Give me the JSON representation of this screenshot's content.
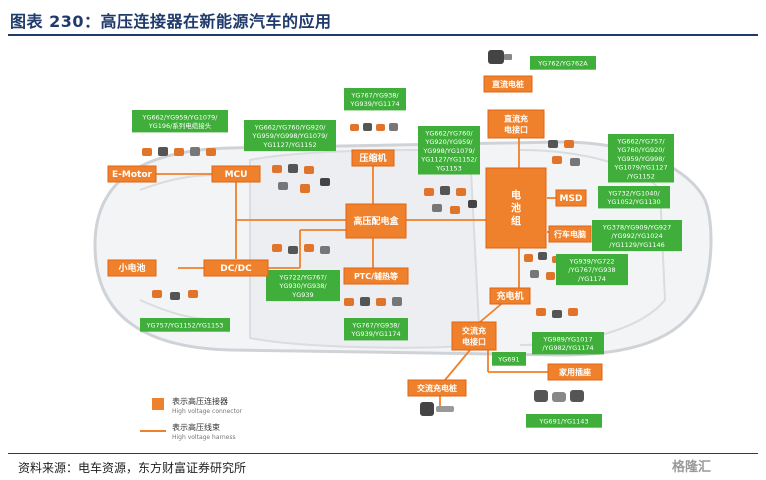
{
  "title": "图表 230：高压连接器在新能源汽车的应用",
  "source": "资料来源：电车资源，东方财富证券研究所",
  "logo": "格隆汇",
  "colors": {
    "connector": "#f0812c",
    "harness": "#f0812c",
    "label": "#3fae3a",
    "title": "#1f3a6b"
  },
  "modules": {
    "emotor": "E-Motor",
    "mcu": "MCU",
    "compressor": "压缩机",
    "hv_box": "高压配电盒",
    "ptc": "PTC/辅热等",
    "battery": "电池组",
    "msd": "MSD",
    "bms": "行车电脑",
    "obc": "充电机",
    "small_batt": "小电池",
    "dcdc": "DC/DC",
    "dc_port": "直流充电接口",
    "dc_pile": "直流电桩",
    "ac_port": "交流充电接口",
    "ac_pile": "交流充电桩",
    "home_socket": "家用插座"
  },
  "labels": {
    "l1": [
      "YG662/YG959/YG1079/",
      "YG196/系列电缆接头"
    ],
    "l2": [
      "YG662/YG760/YG920/",
      "YG959/YG998/YG1079/",
      "YG1127/YG1152"
    ],
    "l3": [
      "YG767/YG938/",
      "YG939/YG1174"
    ],
    "l4": [
      "YG662/YG760/",
      "YG920/YG959/",
      "YG998/YG1079/",
      "YG1127/YG1152/",
      "YG1153"
    ],
    "l5": [
      "YG762/YG762A"
    ],
    "l6": [
      "YG662/YG757/",
      "YG760/YG920/",
      "YG959/YG998/",
      "YG1079/YG1127",
      "/YG1152"
    ],
    "l7": [
      "YG732/YG1040/",
      "YG1052/YG1130"
    ],
    "l8": [
      "YG378/YG909/YG927",
      "/YG992/YG1024",
      "/YG1129/YG1146"
    ],
    "l9": [
      "YG939/YG722",
      "/YG767/YG938",
      "/YG1174"
    ],
    "l10": [
      "YG722/YG767/",
      "YG930/YG938/",
      "YG939"
    ],
    "l11": [
      "YG757/YG1152/YG1153"
    ],
    "l12": [
      "YG767/YG938/",
      "YG939/YG1174"
    ],
    "l13": [
      "YG691"
    ],
    "l14": [
      "YG989/YG1017",
      "/YG982/YG1174"
    ],
    "l15": [
      "YG691/YG1143"
    ]
  },
  "legend": {
    "connector_cn": "表示高压连接器",
    "connector_en": "High voltage connector",
    "harness_cn": "表示高压线束",
    "harness_en": "High voltage harness"
  }
}
